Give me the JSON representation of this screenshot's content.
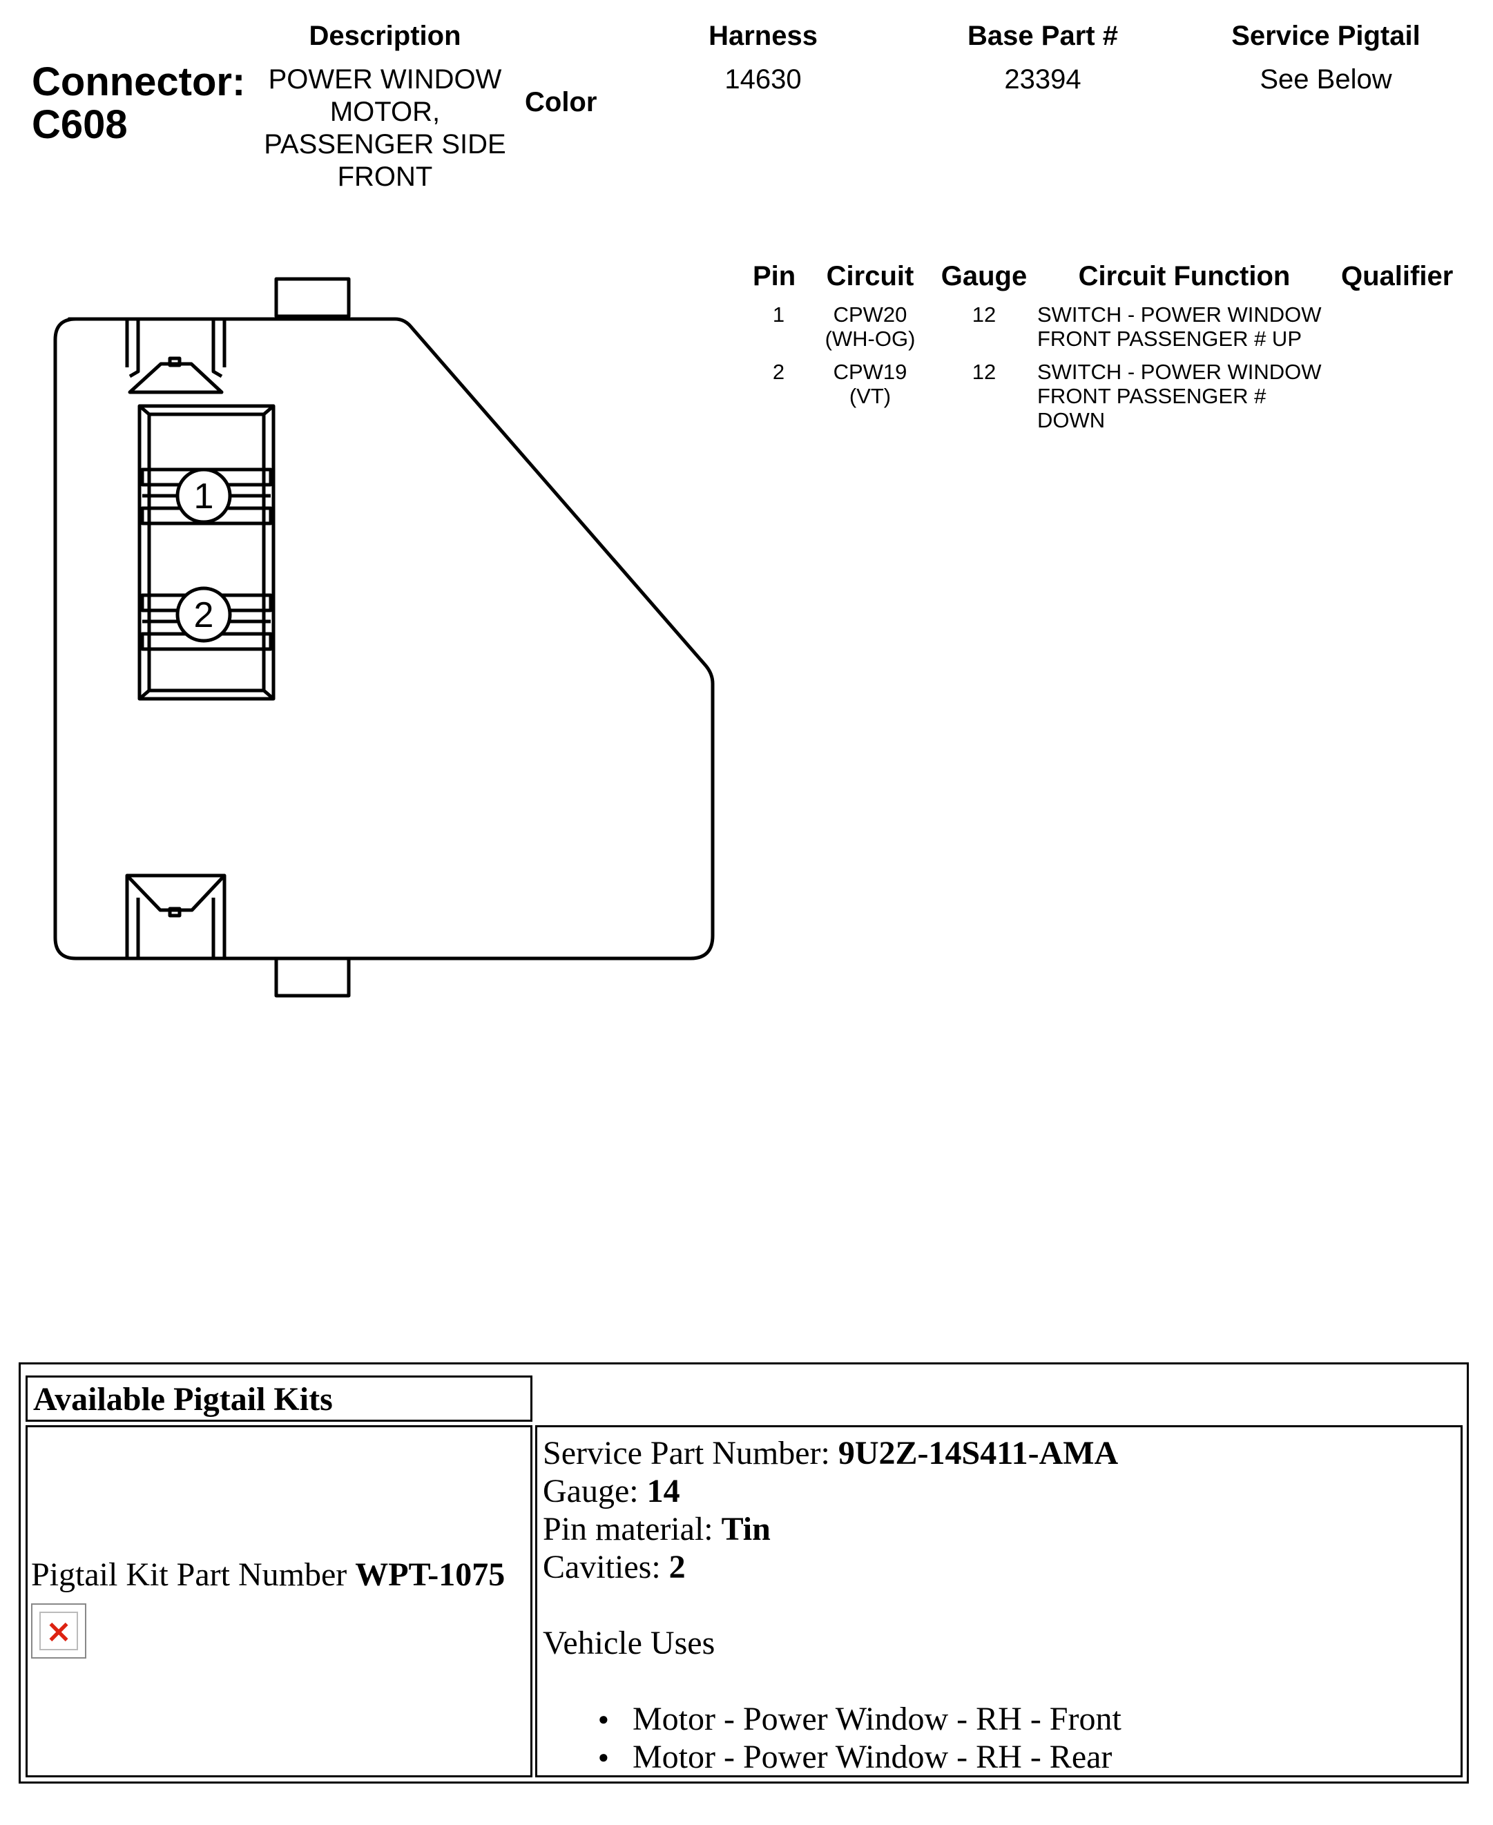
{
  "header": {
    "connector_label": "Connector:",
    "connector_id": "C608",
    "description_label": "Description",
    "description_lines": [
      "POWER WINDOW",
      "MOTOR,",
      "PASSENGER SIDE",
      "FRONT"
    ],
    "color_label": "Color",
    "harness_label": "Harness",
    "harness_value": "14630",
    "base_part_label": "Base Part #",
    "base_part_value": "23394",
    "service_pigtail_label": "Service Pigtail",
    "service_pigtail_value": "See Below"
  },
  "diagram": {
    "pin_labels": [
      "1",
      "2"
    ]
  },
  "pin_table": {
    "headers": {
      "pin": "Pin",
      "circuit": "Circuit",
      "gauge": "Gauge",
      "function": "Circuit Function",
      "qualifier": "Qualifier"
    },
    "rows": [
      {
        "pin": "1",
        "circuit": [
          "CPW20",
          "(WH-OG)"
        ],
        "gauge": "12",
        "function": [
          "SWITCH - POWER WINDOW",
          "FRONT PASSENGER # UP"
        ],
        "qualifier": ""
      },
      {
        "pin": "2",
        "circuit": [
          "CPW19",
          "(VT)"
        ],
        "gauge": "12",
        "function": [
          "SWITCH - POWER WINDOW",
          "FRONT PASSENGER #",
          "DOWN"
        ],
        "qualifier": ""
      }
    ]
  },
  "pigtail": {
    "title": "Available Pigtail Kits",
    "kit_label": "Pigtail Kit Part Number ",
    "kit_number": "WPT-1075",
    "service_part_label": "Service Part Number: ",
    "service_part_value": "9U2Z-14S411-AMA",
    "gauge_label": "Gauge: ",
    "gauge_value": "14",
    "pin_material_label": "Pin material: ",
    "pin_material_value": "Tin",
    "cavities_label": "Cavities: ",
    "cavities_value": "2",
    "vehicle_uses_label": "Vehicle Uses",
    "vehicle_uses": [
      "Motor - Power Window - RH - Front",
      "Motor - Power Window - RH - Rear"
    ]
  }
}
